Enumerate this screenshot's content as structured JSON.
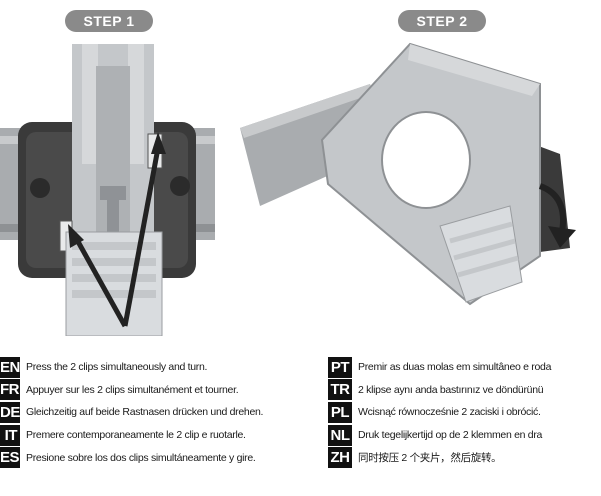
{
  "steps": {
    "step1_label": "STEP 1",
    "step2_label": "STEP 2"
  },
  "colors": {
    "pill_bg": "#8a8a8a",
    "code_bg": "#111111",
    "metal": "#b9bcbf",
    "dark_housing": "#3a3a3a",
    "arrow": "#222222"
  },
  "instructions_left": [
    {
      "code": "EN",
      "text": "Press the 2 clips simultaneously and turn."
    },
    {
      "code": "FR",
      "text": "Appuyer sur les 2 clips simultanément et tourner."
    },
    {
      "code": "DE",
      "text": "Gleichzeitig auf beide Rastnasen drücken und drehen."
    },
    {
      "code": "IT",
      "text": "Premere contemporaneamente le 2 clip e ruotarle."
    },
    {
      "code": "ES",
      "text": "Presione sobre los dos clips simultáneamente y gire."
    }
  ],
  "instructions_right": [
    {
      "code": "PT",
      "text": "Premir as duas molas em simultâneo e roda"
    },
    {
      "code": "TR",
      "text": "2 klipse aynı anda bastırınız ve döndürünü"
    },
    {
      "code": "PL",
      "text": "Wcisnąć równocześnie 2 zaciski i obrócić."
    },
    {
      "code": "NL",
      "text": "Druk tegelijkertijd op de 2 klemmen en dra"
    },
    {
      "code": "ZH",
      "text": "同时按压 2 个夹片，然后旋转。"
    }
  ]
}
